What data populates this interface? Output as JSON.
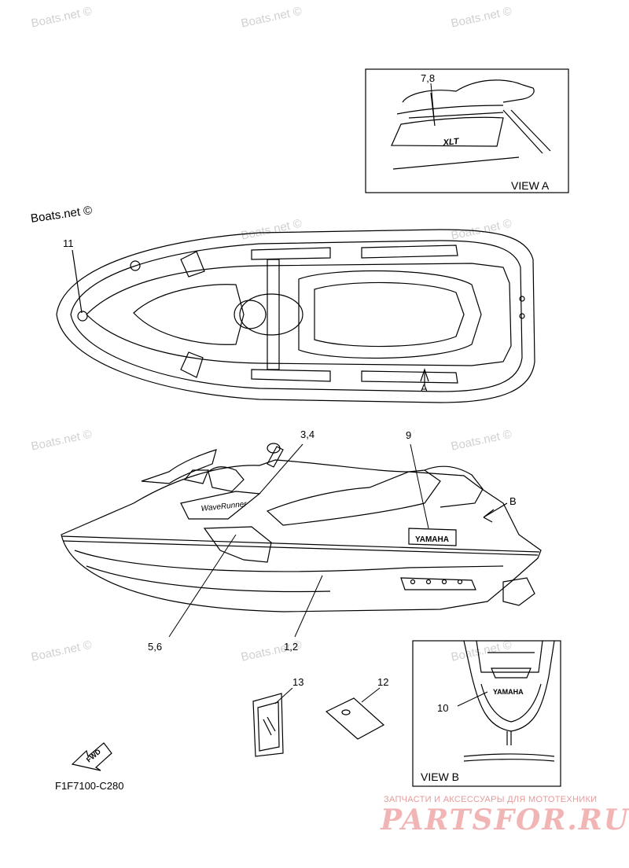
{
  "watermark_text": "Boats.net ©",
  "boats_label": "Boats.net ©",
  "callouts": {
    "c78": "7,8",
    "c11": "11",
    "cA": "A",
    "c34": "3,4",
    "c9": "9",
    "cB": "B",
    "c56": "5,6",
    "c12_low": "1,2",
    "c13": "13",
    "c12": "12",
    "c10": "10"
  },
  "decals": {
    "xlt": "XLT",
    "waverunner": "WaveRunner",
    "yamaha_side": "YAMAHA",
    "yamaha_viewb": "YAMAHA",
    "fwd": "FWD"
  },
  "views": {
    "view_a": "VIEW A",
    "view_b": "VIEW B"
  },
  "diagram_code": "F1F7100-C280",
  "brand": {
    "tagline": "ЗАПЧАСТИ И АКСЕССУАРЫ ДЛЯ МОТОТЕХНИКИ",
    "logo": "PARTSFOR.RU"
  }
}
